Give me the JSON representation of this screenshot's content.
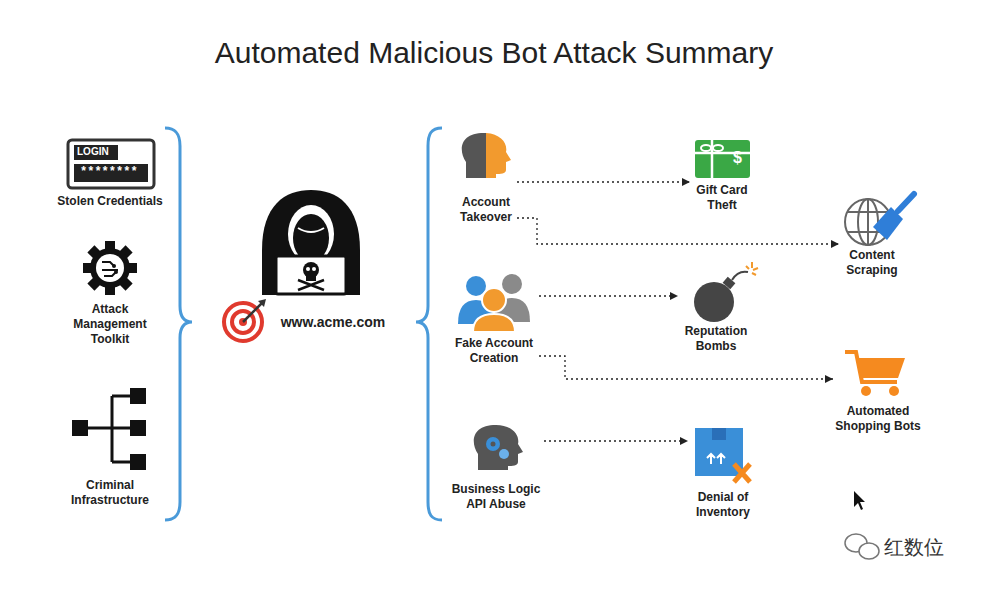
{
  "diagram": {
    "title": "Automated Malicious Bot Attack Summary",
    "nodes": [
      {
        "text": [
          "Stolen Credentials"
        ]
      },
      {
        "text": [
          "Attack Management Toolkit"
        ]
      },
      {
        "text": [
          "Criminal Infrastructure"
        ]
      },
      {
        "text": [
          "www.acme.com"
        ]
      },
      {
        "text": [
          "Account Takeover"
        ]
      },
      {
        "text": [
          "Gift Card Theft"
        ]
      },
      {
        "text": [
          "Content Scraping"
        ]
      },
      {
        "text": [
          "Fake Account Creation"
        ]
      },
      {
        "text": [
          "Reputation Bombs"
        ]
      },
      {
        "text": [
          "Automated Shopping Bots"
        ]
      },
      {
        "text": [
          "Business Logic API Abuse"
        ]
      },
      {
        "text": [
          "Denial of Inventory"
        ]
      }
    ],
    "edges": [
      {
        "from": 4,
        "to": 5,
        "arrow": "to"
      },
      {
        "from": 4,
        "to": 6,
        "arrow": "to"
      },
      {
        "from": 7,
        "to": 8,
        "arrow": "to"
      },
      {
        "from": 7,
        "to": 9,
        "arrow": "to"
      },
      {
        "from": 10,
        "to": 11,
        "arrow": "to"
      }
    ],
    "labels": [
      "LOGIN",
      "********",
      "$",
      "红数位"
    ]
  }
}
